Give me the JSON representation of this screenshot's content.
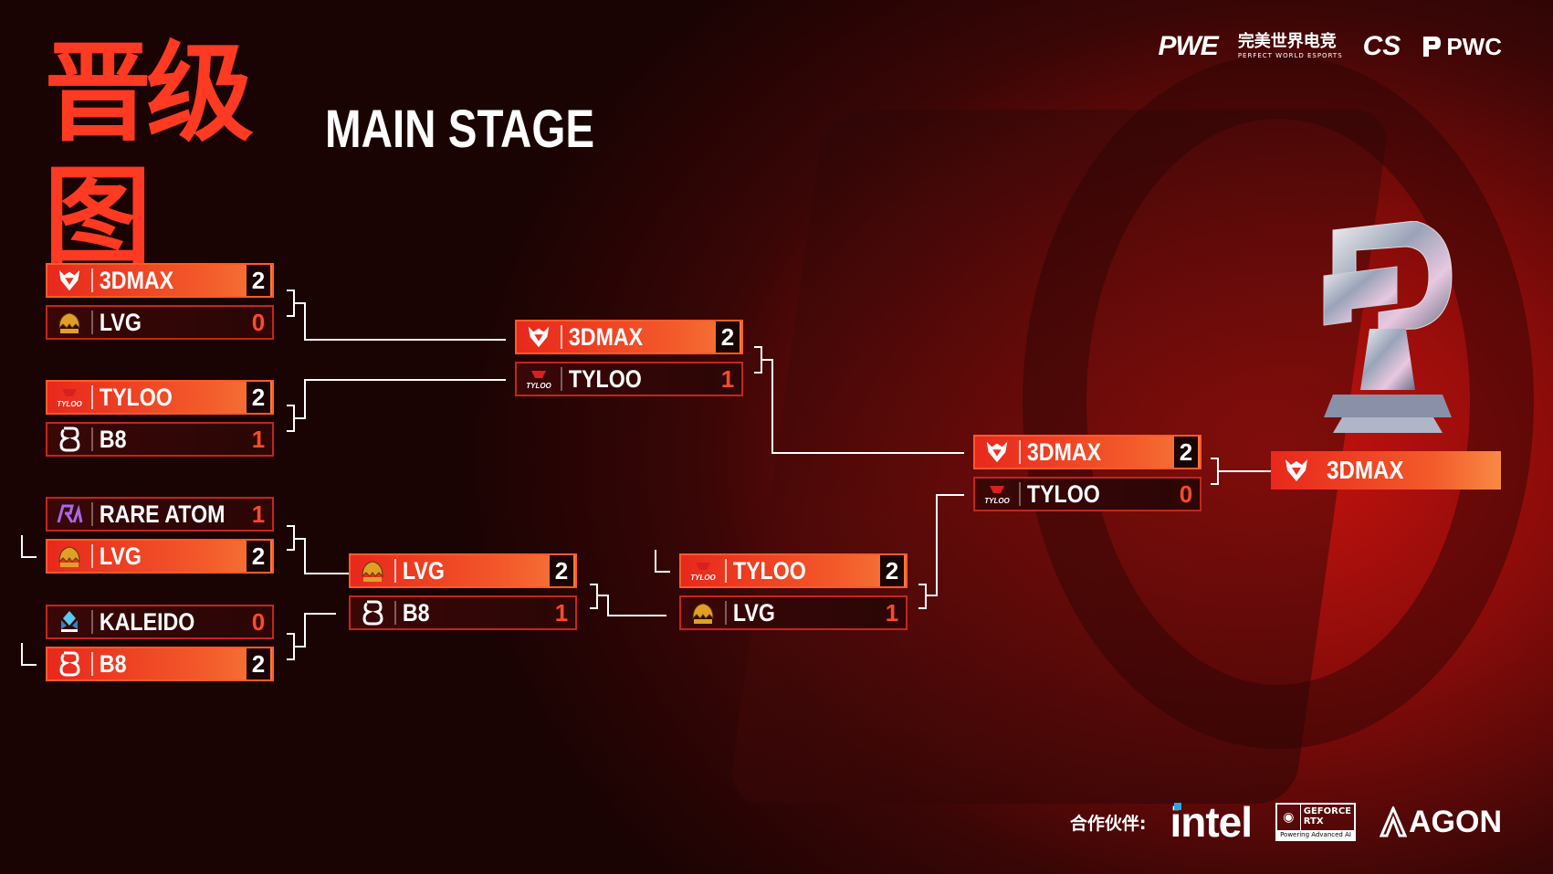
{
  "header": {
    "title_cn": "晋级图",
    "title_en": "MAIN STAGE"
  },
  "sponsor_logos": {
    "pwe": "PWE",
    "pwe_cn": "完美世界电竞",
    "pwe_sub": "PERFECT WORLD ESPORTS",
    "cs": "CS",
    "pwc": "PWC"
  },
  "bracket": {
    "round1": [
      {
        "top": {
          "team": "3DMAX",
          "score": "2",
          "win": true,
          "icon": "3dmax-logo-icon"
        },
        "bottom": {
          "team": "LVG",
          "score": "0",
          "win": false,
          "icon": "lvg-logo-icon"
        }
      },
      {
        "top": {
          "team": "TYLOO",
          "score": "2",
          "win": true,
          "icon": "tyloo-logo-icon"
        },
        "bottom": {
          "team": "B8",
          "score": "1",
          "win": false,
          "icon": "b8-logo-icon"
        }
      },
      {
        "top": {
          "team": "RARE ATOM",
          "score": "1",
          "win": false,
          "icon": "rare-atom-logo-icon"
        },
        "bottom": {
          "team": "LVG",
          "score": "2",
          "win": true,
          "icon": "lvg-logo-icon"
        }
      },
      {
        "top": {
          "team": "KALEIDO",
          "score": "0",
          "win": false,
          "icon": "kaleido-logo-icon"
        },
        "bottom": {
          "team": "B8",
          "score": "2",
          "win": true,
          "icon": "b8-logo-icon"
        }
      }
    ],
    "upper_semi": {
      "top": {
        "team": "3DMAX",
        "score": "2",
        "win": true
      },
      "bottom": {
        "team": "TYLOO",
        "score": "1",
        "win": false
      }
    },
    "lower_r1": {
      "top": {
        "team": "LVG",
        "score": "2",
        "win": true
      },
      "bottom": {
        "team": "B8",
        "score": "1",
        "win": false
      }
    },
    "lower_final": {
      "top": {
        "team": "TYLOO",
        "score": "2",
        "win": true
      },
      "bottom": {
        "team": "LVG",
        "score": "1",
        "win": false
      }
    },
    "grand_final": {
      "top": {
        "team": "3DMAX",
        "score": "2",
        "win": true
      },
      "bottom": {
        "team": "TYLOO",
        "score": "0",
        "win": false
      }
    },
    "champion": "3DMAX"
  },
  "partners": {
    "label": "合作伙伴:",
    "intel": "intel",
    "rtx_line1": "GEFORCE",
    "rtx_line2": "RTX",
    "rtx_sub": "Powering Advanced AI",
    "agon": "AGON"
  },
  "colors": {
    "accent": "#f04a24",
    "win_gradient_start": "#e8281c",
    "lose_bg": "#2a0505",
    "line": "#ffffff"
  }
}
